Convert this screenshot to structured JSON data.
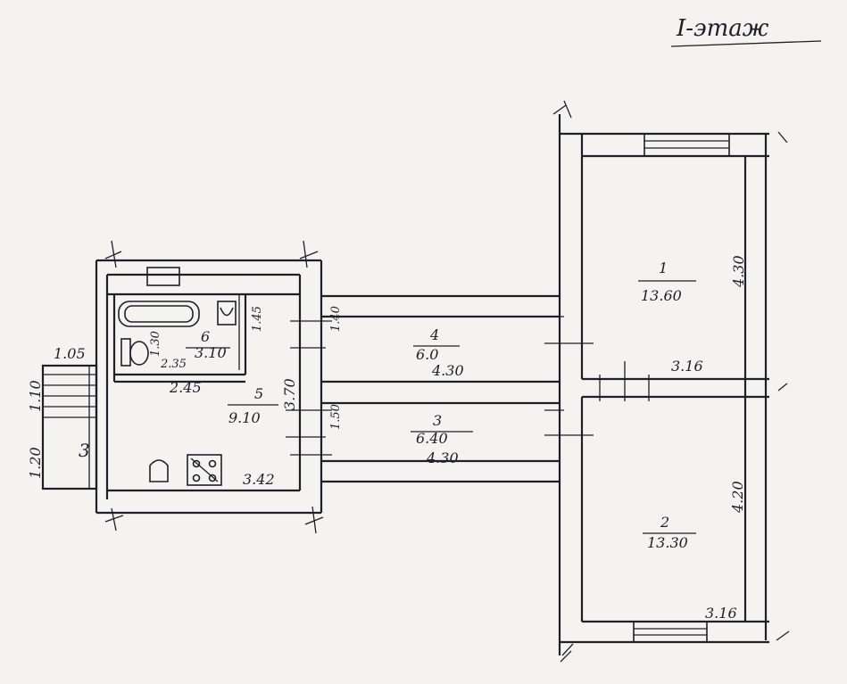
{
  "title": "I-этаж",
  "rooms": [
    {
      "number": "1",
      "area": "13.60"
    },
    {
      "number": "2",
      "area": "13.30"
    },
    {
      "number": "3",
      "area": "6.40"
    },
    {
      "number": "4",
      "area": "6.0"
    },
    {
      "number": "5",
      "area": "9.10"
    },
    {
      "number": "6",
      "area": "3.10"
    }
  ],
  "dimensions": {
    "room1_height": "4.30",
    "room2_height": "4.20",
    "corridor_width": "3.16",
    "room2_width": "3.16",
    "room4_width": "4.30",
    "room3_width": "4.30",
    "room4_depth": "1.40",
    "room3_depth": "1.50",
    "room5_height": "3.70",
    "room5_width": "3.42",
    "bath_depth": "1.45",
    "room6_width": "2.45",
    "wc_width": "2.35",
    "wc_height": "1.30",
    "porch_width": "1.05",
    "porch_height_upper": "1.10",
    "porch_height_lower": "1.20",
    "porch_label": "3"
  }
}
